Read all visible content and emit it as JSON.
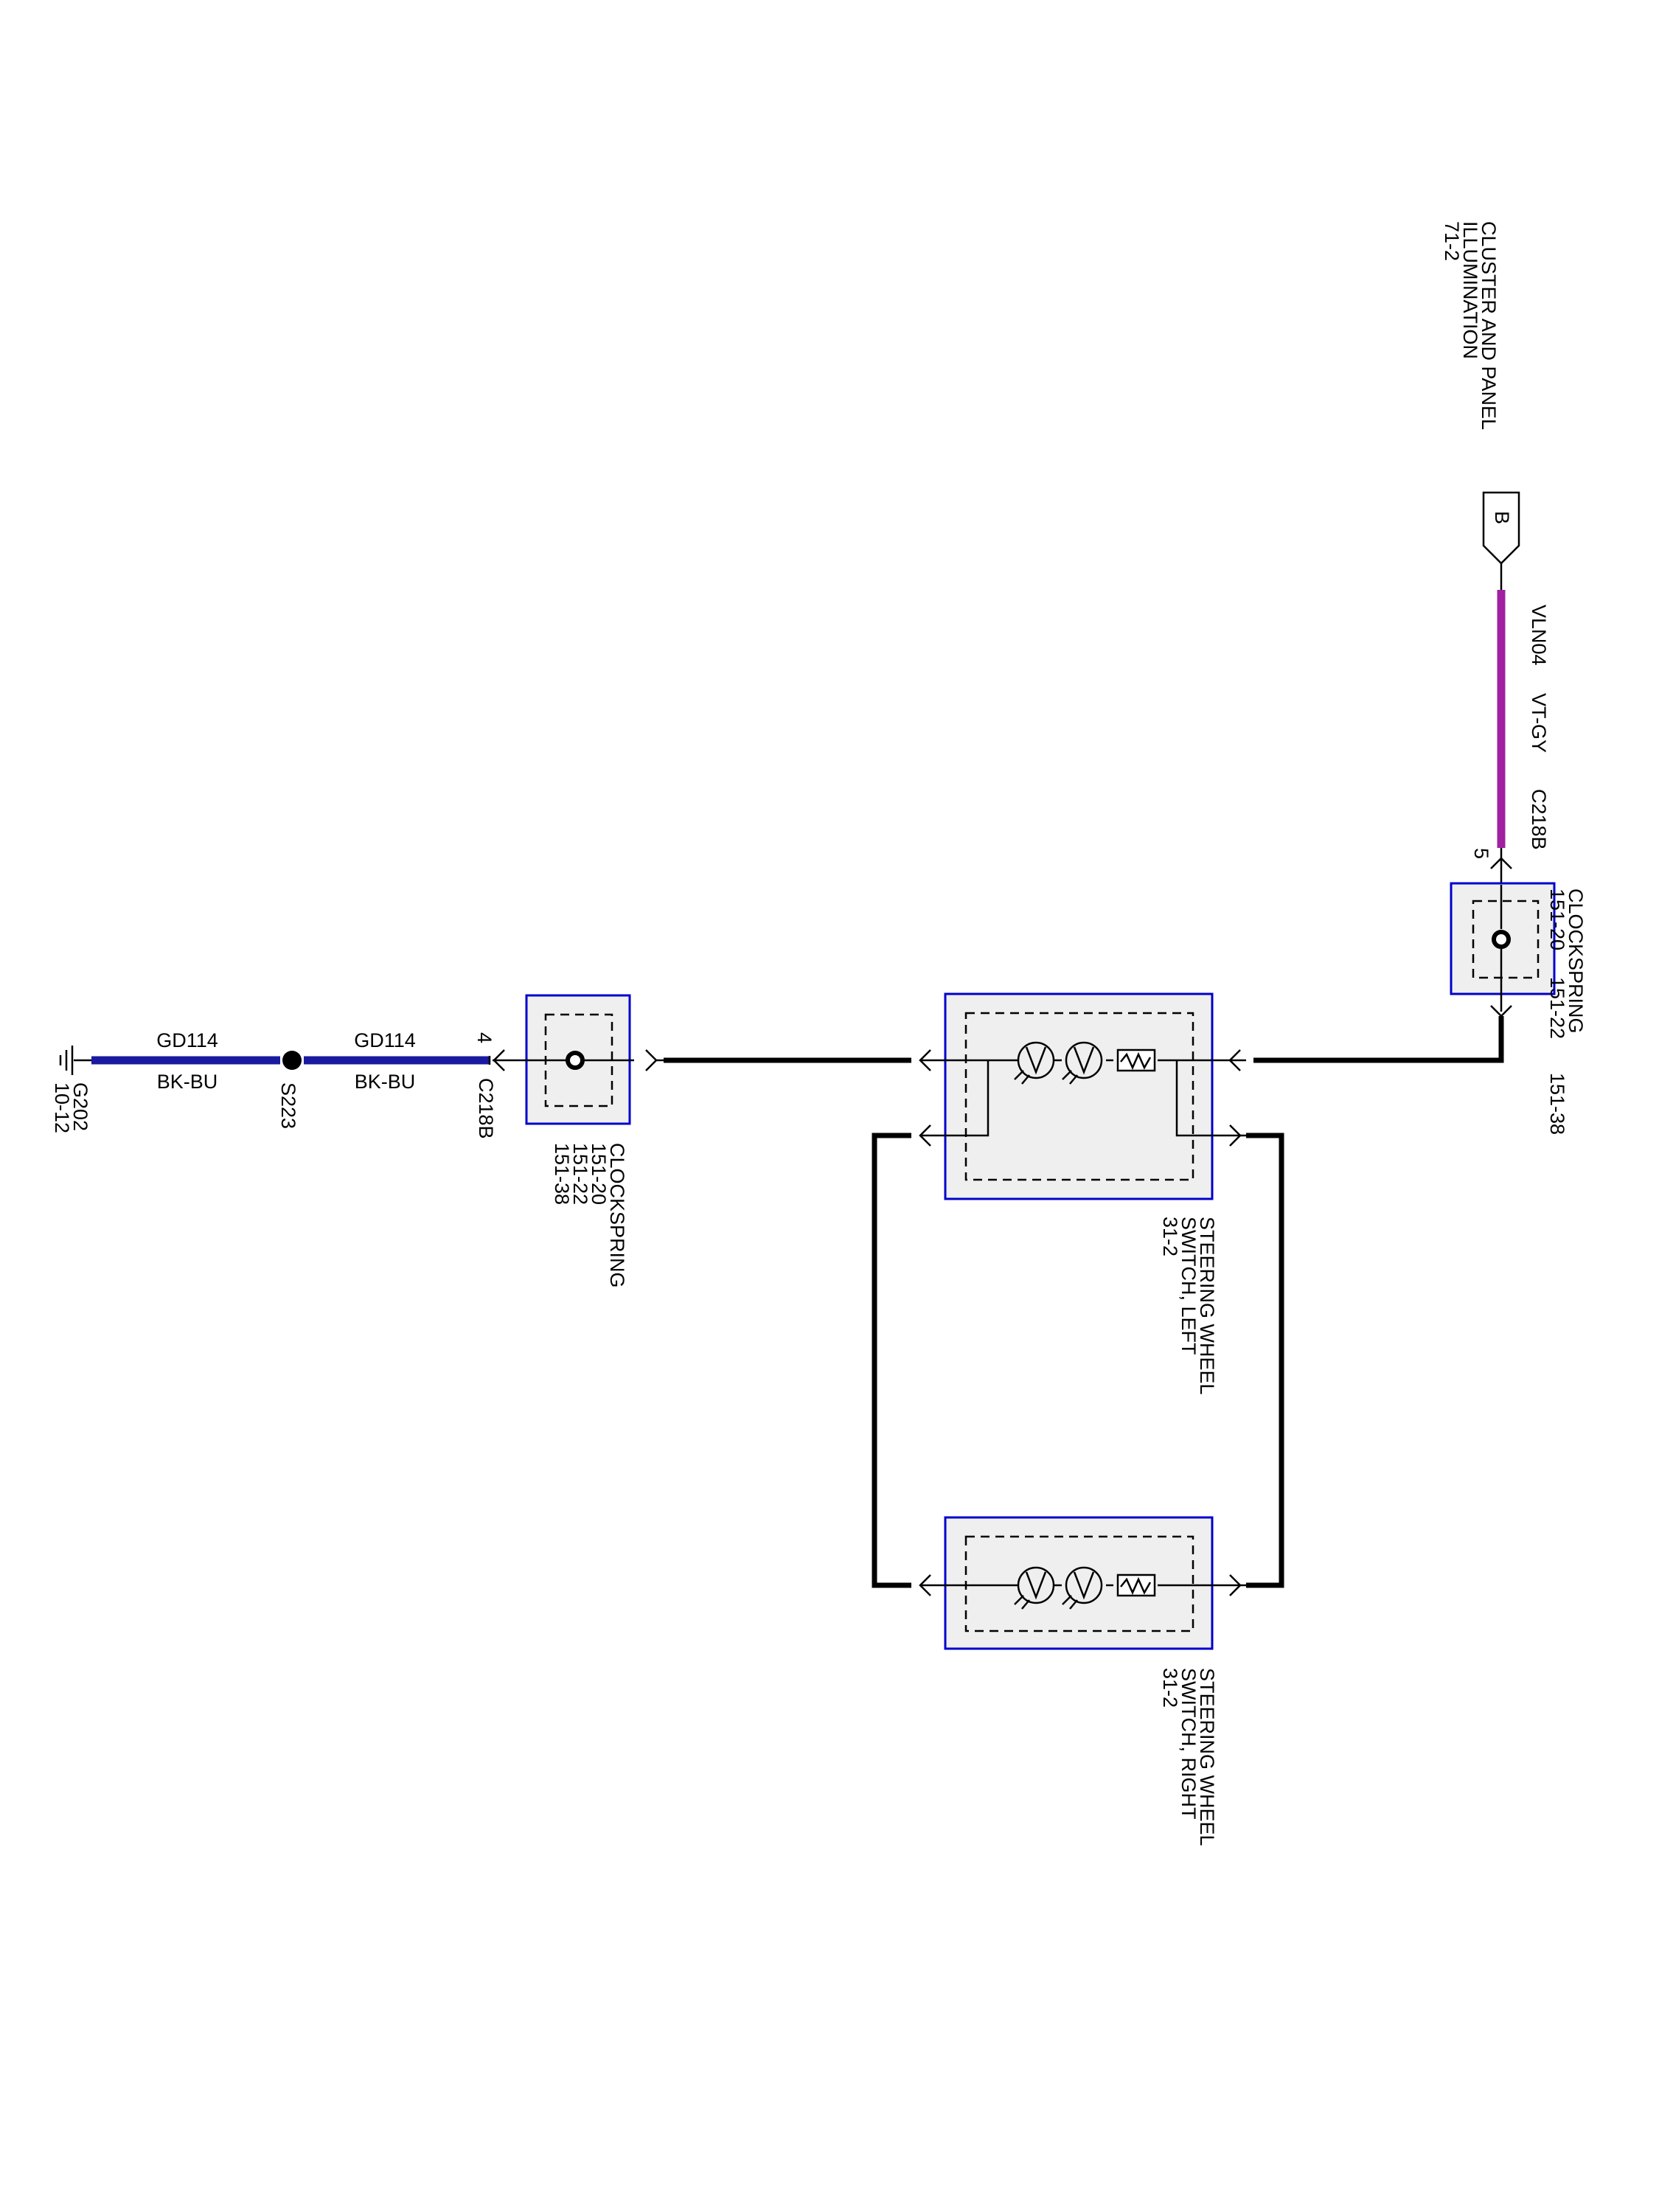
{
  "top_reference": {
    "line1": "CLUSTER AND PANEL",
    "line2": "ILLUMINATION",
    "line3": "71-2"
  },
  "connector_tab": {
    "letter": "B"
  },
  "wire_top": {
    "circuit": "VLN04",
    "color_code": "VT-GY",
    "connector": "C218B",
    "pin": "5",
    "color": "#a020a0"
  },
  "clockspring_top": {
    "name": "CLOCKSPRING",
    "ref1": "151-20",
    "ref2": "151-22",
    "ref3": "151-38"
  },
  "clockspring_mid": {
    "name": "CLOCKSPRING",
    "ref1": "151-20",
    "ref2": "151-22",
    "ref3": "151-38"
  },
  "switch_left": {
    "line1": "STEERING WHEEL",
    "line2": "SWITCH, LEFT",
    "line3": "31-2"
  },
  "switch_right": {
    "line1": "STEERING WHEEL",
    "line2": "SWITCH, RIGHT",
    "line3": "31-2"
  },
  "wire_ground_a": {
    "circuit": "GD114",
    "color_code": "BK-BU",
    "color": "#1a1aa0"
  },
  "wire_ground_b": {
    "circuit": "GD114",
    "color_code": "BK-BU",
    "color": "#1a1aa0"
  },
  "connector_mid": {
    "name": "C218B",
    "pin": "4"
  },
  "splice": {
    "name": "S223"
  },
  "ground": {
    "name": "G202",
    "ref": "10-12"
  }
}
